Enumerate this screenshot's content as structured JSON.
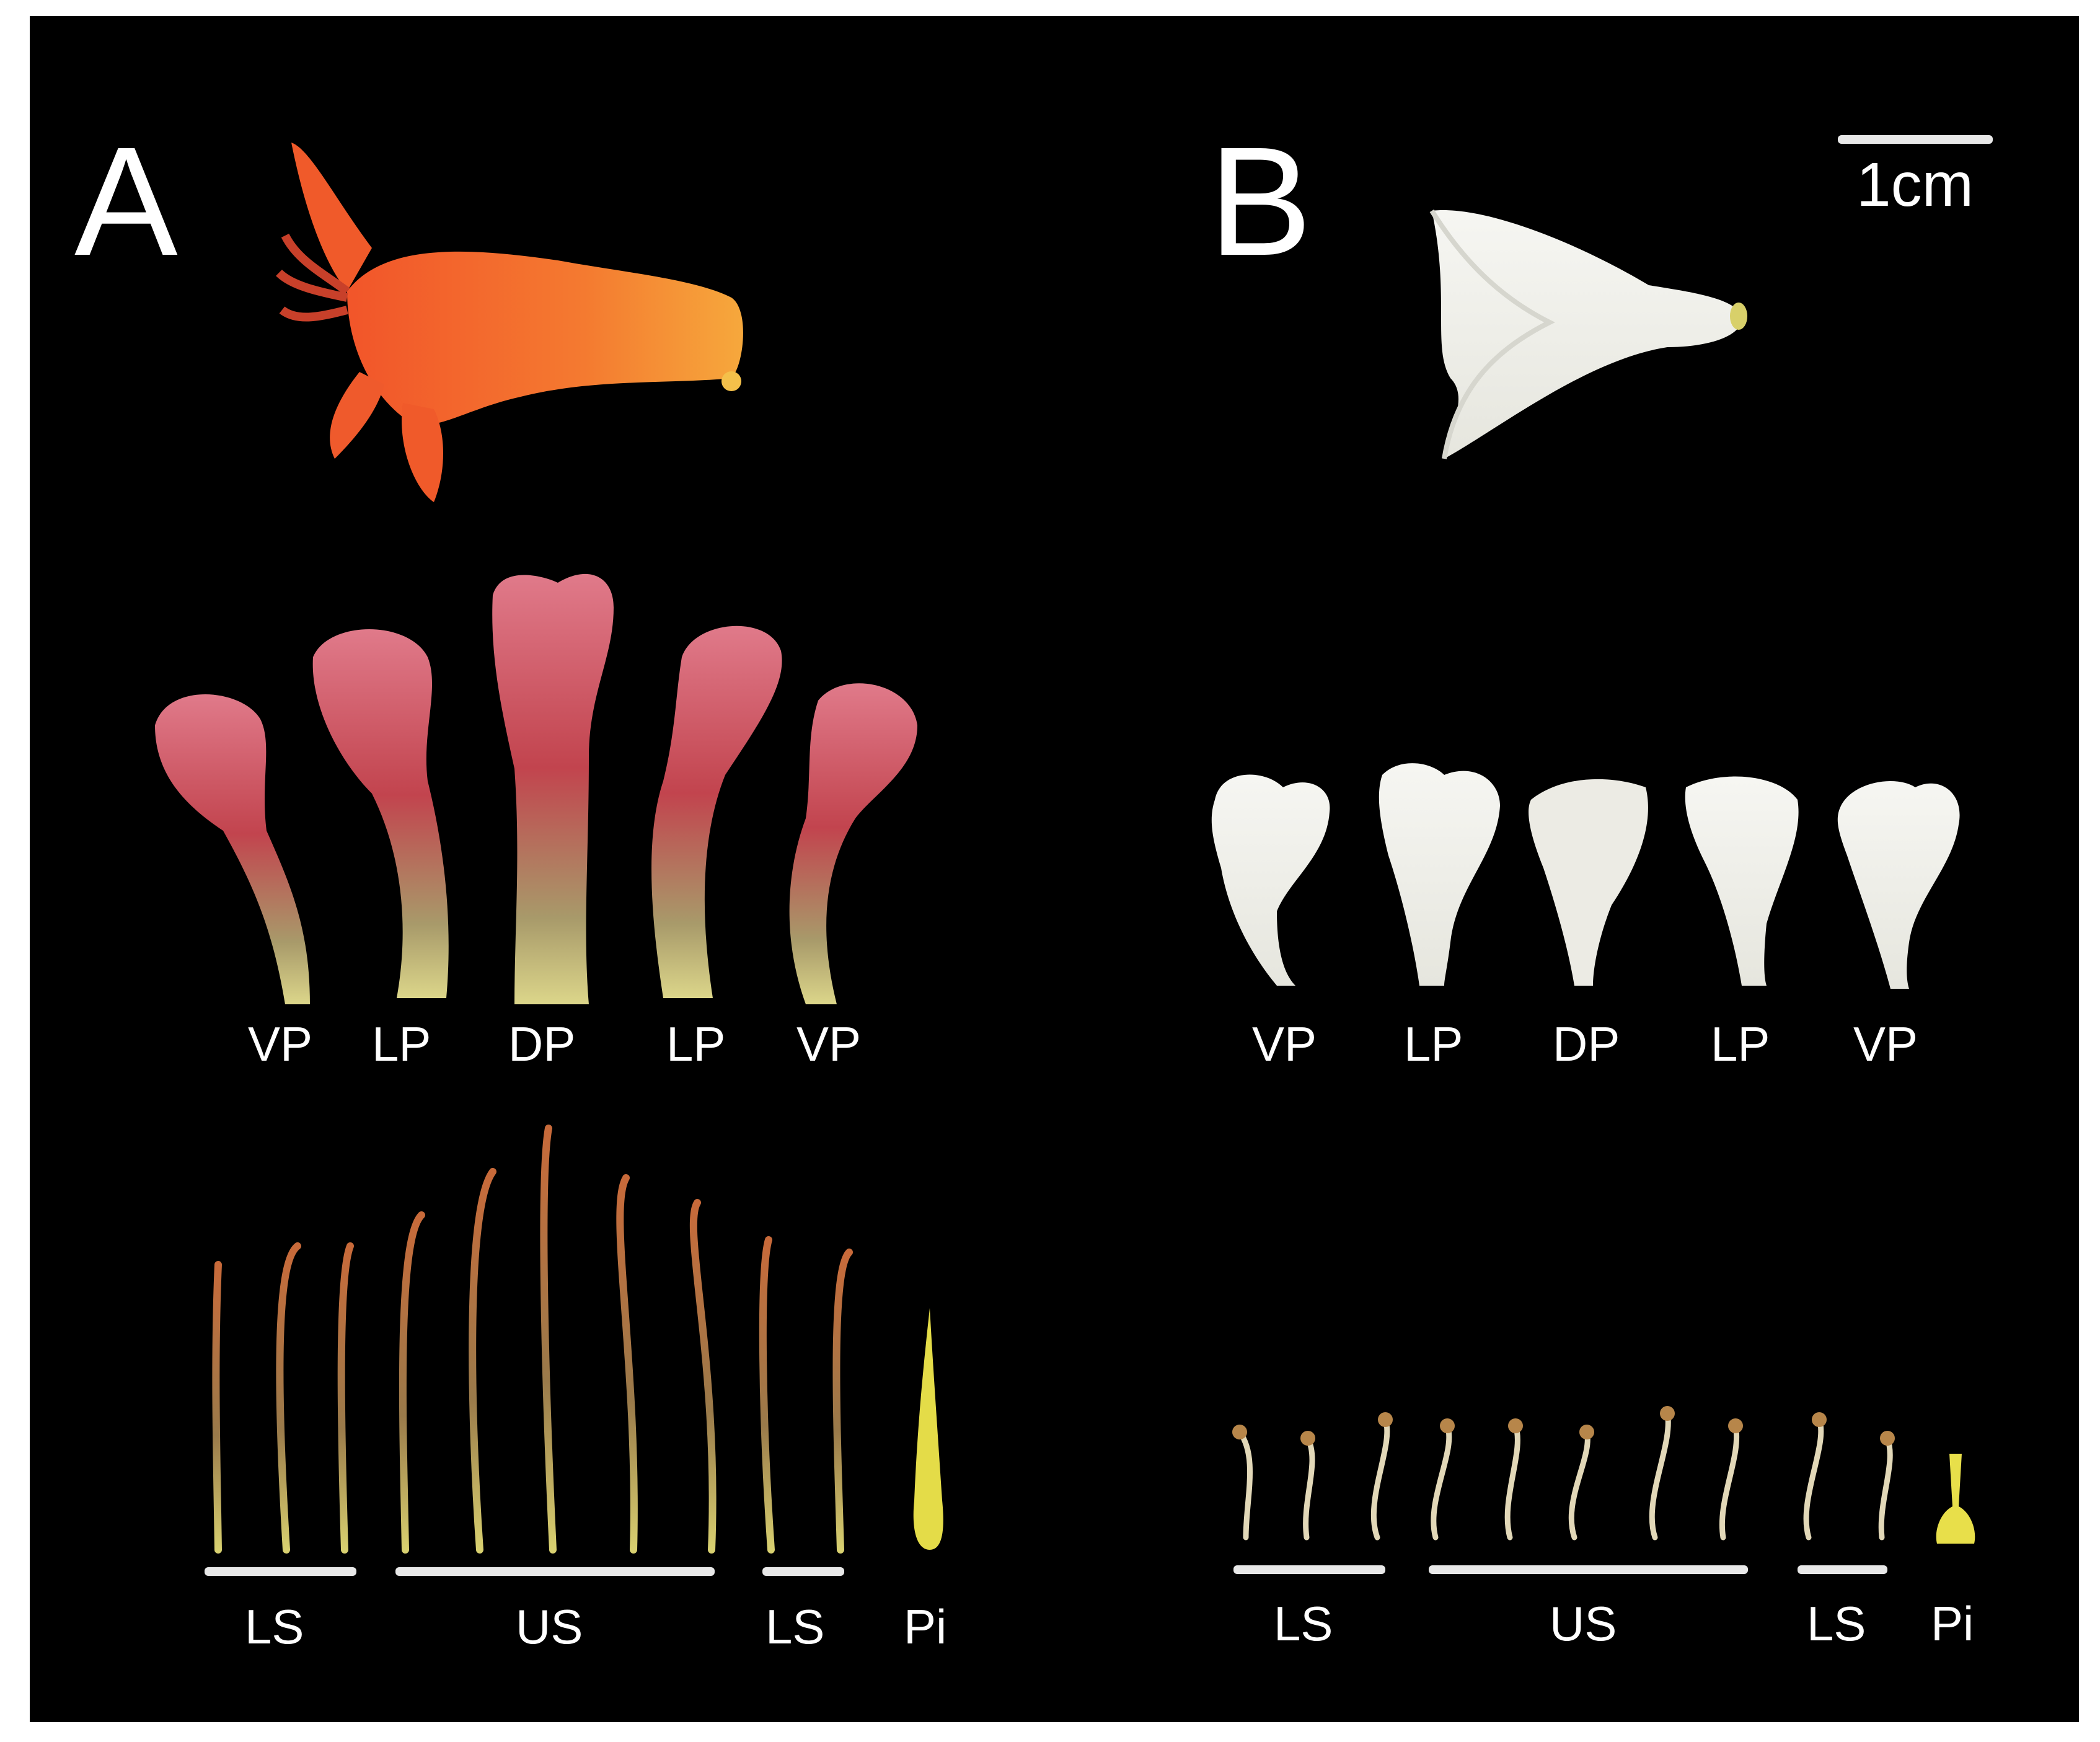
{
  "panels": [
    {
      "letter": "A",
      "petal_labels": [
        "VP",
        "LP",
        "DP",
        "LP",
        "VP"
      ],
      "stamen_group_labels": [
        "LS",
        "US",
        "LS"
      ],
      "pistil_label": "Pi",
      "flower_color": "#f26a2a",
      "petal_color": "#c84a5a"
    },
    {
      "letter": "B",
      "petal_labels": [
        "VP",
        "LP",
        "DP",
        "LP",
        "VP"
      ],
      "stamen_group_labels": [
        "LS",
        "US",
        "LS"
      ],
      "pistil_label": "Pi",
      "flower_color": "#f2f2ee",
      "petal_color": "#f4f4f0"
    }
  ],
  "scale_bar": {
    "label": "1cm"
  },
  "colors": {
    "background": "#000000",
    "text": "#ffffff",
    "stamen": "#b7864a",
    "pistil": "#e8df4a"
  }
}
